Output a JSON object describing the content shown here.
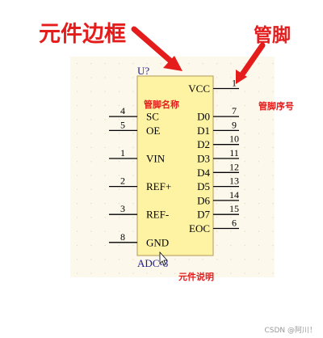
{
  "annotations": {
    "frame_label": "元件边框",
    "pin_label": "管脚",
    "pin_name_label": "管脚名称",
    "pin_number_label": "管脚序号",
    "description_label": "元件说明"
  },
  "component": {
    "designator": "U?",
    "comment": "ADC-8"
  },
  "pins": [
    {
      "number": "1",
      "name": "VCC",
      "side": "right",
      "row": 0
    },
    {
      "number": "4",
      "name": "SC",
      "side": "left",
      "row": 2
    },
    {
      "number": "5",
      "name": "OE",
      "side": "left",
      "row": 3
    },
    {
      "number": "7",
      "name": "D0",
      "side": "right",
      "row": 2
    },
    {
      "number": "9",
      "name": "D1",
      "side": "right",
      "row": 3
    },
    {
      "number": "10",
      "name": "D2",
      "side": "right",
      "row": 4
    },
    {
      "number": "1",
      "name": "VIN",
      "side": "left",
      "row": 5
    },
    {
      "number": "11",
      "name": "D3",
      "side": "right",
      "row": 5
    },
    {
      "number": "12",
      "name": "D4",
      "side": "right",
      "row": 6
    },
    {
      "number": "2",
      "name": "REF+",
      "side": "left",
      "row": 7
    },
    {
      "number": "13",
      "name": "D5",
      "side": "right",
      "row": 7
    },
    {
      "number": "14",
      "name": "D6",
      "side": "right",
      "row": 8
    },
    {
      "number": "3",
      "name": "REF-",
      "side": "left",
      "row": 9
    },
    {
      "number": "15",
      "name": "D7",
      "side": "right",
      "row": 9
    },
    {
      "number": "6",
      "name": "EOC",
      "side": "right",
      "row": 10
    },
    {
      "number": "8",
      "name": "GND",
      "side": "left",
      "row": 11
    }
  ],
  "watermark": "CSDN @阿川！",
  "colors": {
    "sheet_bg": "#fdf8ec",
    "grid_dot": "#e6d8bf",
    "body_fill": "#fdf3a3",
    "body_stroke": "#b29a5a",
    "ink": "#000000",
    "designator": "#1a1a8c",
    "annotation_red": "#e41c1c",
    "watermark": "#9a9a9a"
  }
}
